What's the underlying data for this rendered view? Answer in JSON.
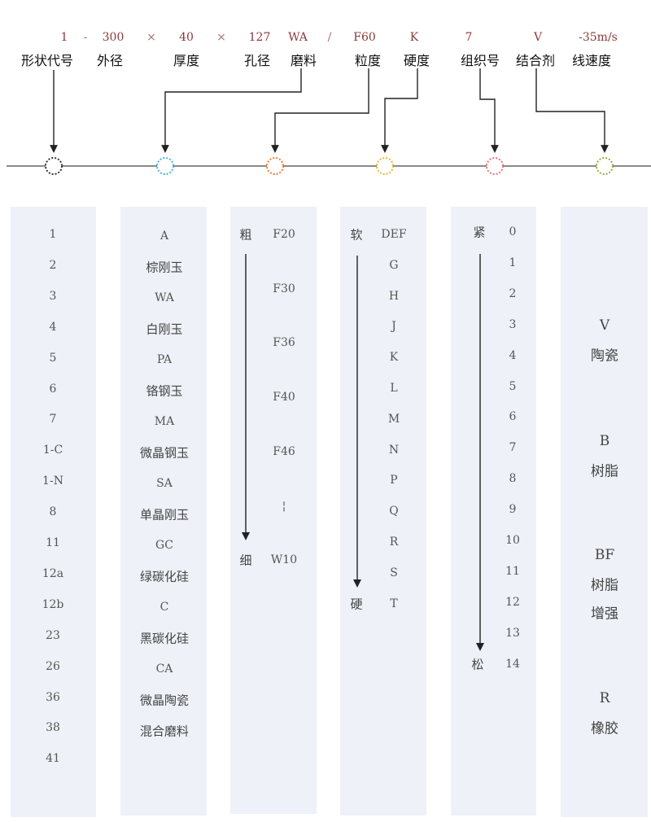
{
  "spec": [
    {
      "code": "1",
      "label": "形状代号"
    },
    {
      "code": "300",
      "label": "外径"
    },
    {
      "code": "40",
      "label": "厚度"
    },
    {
      "code": "127",
      "label": "孔径"
    },
    {
      "code": "WA",
      "label": "磨料"
    },
    {
      "code": "F60",
      "label": "粒度"
    },
    {
      "code": "K",
      "label": "硬度"
    },
    {
      "code": "7",
      "label": "组织号"
    },
    {
      "code": "V",
      "label": "结合剂"
    },
    {
      "code": "-35m/s",
      "label": "线速度"
    }
  ],
  "operators": [
    "-",
    "×",
    "×",
    "/"
  ],
  "node_colors": [
    "#333333",
    "#3fb7d9",
    "#f07b2d",
    "#e6b82a",
    "#e8707a",
    "#9aa83a"
  ],
  "columns": {
    "shape": [
      "1",
      "2",
      "3",
      "4",
      "5",
      "6",
      "7",
      "1-C",
      "1-N",
      "8",
      "11",
      "12a",
      "12b",
      "23",
      "26",
      "36",
      "38",
      "41"
    ],
    "abrasive": [
      "A",
      "棕刚玉",
      "WA",
      "白刚玉",
      "PA",
      "铬钢玉",
      "MA",
      "微晶钢玉",
      "SA",
      "单晶刚玉",
      "GC",
      "绿碳化硅",
      "C",
      "黑碳化硅",
      "CA",
      "微晶陶瓷",
      "混合磨料"
    ],
    "grit": {
      "coarse": "粗",
      "fine": "细",
      "values": [
        "F20",
        "F30",
        "F36",
        "F40",
        "F46",
        "¦",
        "W10"
      ]
    },
    "hardness": {
      "soft": "软",
      "hard": "硬",
      "values": [
        "DEF",
        "G",
        "H",
        "J",
        "K",
        "L",
        "M",
        "N",
        "P",
        "Q",
        "R",
        "S",
        "T"
      ]
    },
    "structure": {
      "tight": "紧",
      "loose": "松",
      "values": [
        "0",
        "1",
        "2",
        "3",
        "4",
        "5",
        "6",
        "7",
        "8",
        "9",
        "10",
        "11",
        "12",
        "13",
        "14"
      ]
    },
    "bond": [
      {
        "code": "V",
        "names": [
          "陶瓷"
        ]
      },
      {
        "code": "B",
        "names": [
          "树脂"
        ]
      },
      {
        "code": "BF",
        "names": [
          "树脂",
          "增强"
        ]
      },
      {
        "code": "R",
        "names": [
          "橡胶"
        ]
      }
    ]
  }
}
